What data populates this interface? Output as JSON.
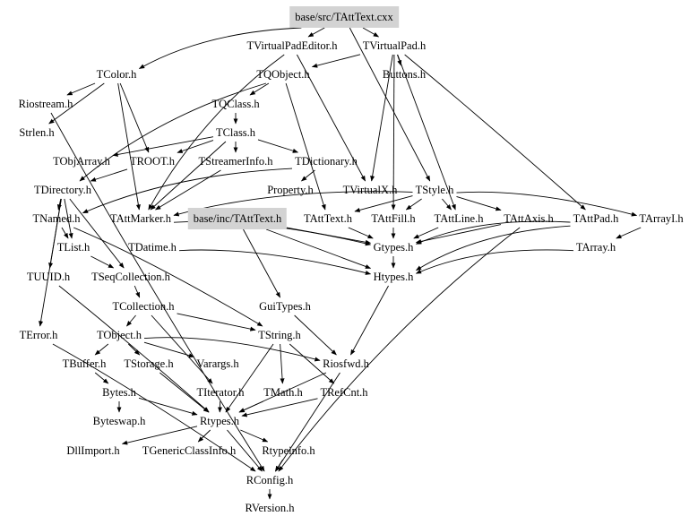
{
  "diagram": {
    "type": "include-dependency-graph",
    "root": "base/src/TAttText.cxx",
    "highlight_fill": "#d3d3d3",
    "nodes": [
      {
        "id": "src",
        "label": "base/src/TAttText.cxx",
        "root": true
      },
      {
        "id": "vpe",
        "label": "TVirtualPadEditor.h"
      },
      {
        "id": "vpad",
        "label": "TVirtualPad.h"
      },
      {
        "id": "tcolor",
        "label": "TColor.h"
      },
      {
        "id": "tqobject",
        "label": "TQObject.h"
      },
      {
        "id": "buttons",
        "label": "Buttons.h"
      },
      {
        "id": "riostream",
        "label": "Riostream.h"
      },
      {
        "id": "tqclass",
        "label": "TQClass.h"
      },
      {
        "id": "strlen",
        "label": "Strlen.h"
      },
      {
        "id": "tclass",
        "label": "TClass.h"
      },
      {
        "id": "tobjarray",
        "label": "TObjArray.h"
      },
      {
        "id": "troot",
        "label": "TROOT.h"
      },
      {
        "id": "tstreamerinfo",
        "label": "TStreamerInfo.h"
      },
      {
        "id": "tdictionary",
        "label": "TDictionary.h"
      },
      {
        "id": "tdirectory",
        "label": "TDirectory.h"
      },
      {
        "id": "property",
        "label": "Property.h"
      },
      {
        "id": "tvirtualx",
        "label": "TVirtualX.h"
      },
      {
        "id": "tstyle",
        "label": "TStyle.h"
      },
      {
        "id": "tnamed",
        "label": "TNamed.h"
      },
      {
        "id": "tattmarker",
        "label": "TAttMarker.h"
      },
      {
        "id": "inc",
        "label": "base/inc/TAttText.h",
        "root": true
      },
      {
        "id": "tatttext",
        "label": "TAttText.h"
      },
      {
        "id": "tattfill",
        "label": "TAttFill.h"
      },
      {
        "id": "tattline",
        "label": "TAttLine.h"
      },
      {
        "id": "tattaxis",
        "label": "TAttAxis.h"
      },
      {
        "id": "tattpad",
        "label": "TAttPad.h"
      },
      {
        "id": "tarrayi",
        "label": "TArrayI.h"
      },
      {
        "id": "tlist",
        "label": "TList.h"
      },
      {
        "id": "tdatime",
        "label": "TDatime.h"
      },
      {
        "id": "gtypes",
        "label": "Gtypes.h"
      },
      {
        "id": "tarray",
        "label": "TArray.h"
      },
      {
        "id": "tuuid",
        "label": "TUUID.h"
      },
      {
        "id": "tseqcollection",
        "label": "TSeqCollection.h"
      },
      {
        "id": "htypes",
        "label": "Htypes.h"
      },
      {
        "id": "tcollection",
        "label": "TCollection.h"
      },
      {
        "id": "guitypes",
        "label": "GuiTypes.h"
      },
      {
        "id": "terror",
        "label": "TError.h"
      },
      {
        "id": "tobject",
        "label": "TObject.h"
      },
      {
        "id": "tstring",
        "label": "TString.h"
      },
      {
        "id": "tbuffer",
        "label": "TBuffer.h"
      },
      {
        "id": "tstorage",
        "label": "TStorage.h"
      },
      {
        "id": "varargs",
        "label": "Varargs.h"
      },
      {
        "id": "riosfwd",
        "label": "Riosfwd.h"
      },
      {
        "id": "bytes",
        "label": "Bytes.h"
      },
      {
        "id": "titerator",
        "label": "TIterator.h"
      },
      {
        "id": "tmath",
        "label": "TMath.h"
      },
      {
        "id": "trefcnt",
        "label": "TRefCnt.h"
      },
      {
        "id": "byteswap",
        "label": "Byteswap.h"
      },
      {
        "id": "rtypes",
        "label": "Rtypes.h"
      },
      {
        "id": "dllimport",
        "label": "DllImport.h"
      },
      {
        "id": "tgenericclassinfo",
        "label": "TGenericClassInfo.h"
      },
      {
        "id": "rtypeinfo",
        "label": "Rtypeinfo.h"
      },
      {
        "id": "rconfig",
        "label": "RConfig.h"
      },
      {
        "id": "rversion",
        "label": "RVersion.h"
      }
    ],
    "edges": [
      [
        "src",
        "vpe"
      ],
      [
        "src",
        "vpad"
      ],
      [
        "src",
        "tcolor"
      ],
      [
        "src",
        "tstyle"
      ],
      [
        "vpad",
        "buttons"
      ],
      [
        "vpad",
        "tqobject"
      ],
      [
        "vpad",
        "tvirtualx"
      ],
      [
        "vpad",
        "tattpad"
      ],
      [
        "vpad",
        "tattline"
      ],
      [
        "vpad",
        "tattfill"
      ],
      [
        "vpe",
        "tvirtualx"
      ],
      [
        "vpe",
        "tattmarker"
      ],
      [
        "tcolor",
        "riostream"
      ],
      [
        "tcolor",
        "strlen"
      ],
      [
        "tcolor",
        "troot"
      ],
      [
        "tcolor",
        "tattmarker"
      ],
      [
        "tqobject",
        "tqclass"
      ],
      [
        "tqobject",
        "tdirectory"
      ],
      [
        "tqobject",
        "tatttext"
      ],
      [
        "tqclass",
        "tclass"
      ],
      [
        "tclass",
        "tobjarray"
      ],
      [
        "tclass",
        "troot"
      ],
      [
        "tclass",
        "tstreamerinfo"
      ],
      [
        "tclass",
        "tdictionary"
      ],
      [
        "tclass",
        "tattmarker"
      ],
      [
        "tdictionary",
        "property"
      ],
      [
        "tdictionary",
        "tnamed"
      ],
      [
        "troot",
        "tdirectory"
      ],
      [
        "tstreamerinfo",
        "tattmarker"
      ],
      [
        "tdirectory",
        "tnamed"
      ],
      [
        "tdirectory",
        "tlist"
      ],
      [
        "tdirectory",
        "tuuid"
      ],
      [
        "tdirectory",
        "tseqcollection"
      ],
      [
        "tdirectory",
        "terror"
      ],
      [
        "tnamed",
        "tlist"
      ],
      [
        "tnamed",
        "tstring"
      ],
      [
        "tstyle",
        "tatttext"
      ],
      [
        "tstyle",
        "tattfill"
      ],
      [
        "tstyle",
        "tattline"
      ],
      [
        "tstyle",
        "tattaxis"
      ],
      [
        "tstyle",
        "tarrayi"
      ],
      [
        "tstyle",
        "tattmarker"
      ],
      [
        "tattmarker",
        "gtypes"
      ],
      [
        "inc",
        "gtypes"
      ],
      [
        "inc",
        "htypes"
      ],
      [
        "inc",
        "guitypes"
      ],
      [
        "tatttext",
        "gtypes"
      ],
      [
        "tattfill",
        "gtypes"
      ],
      [
        "tattline",
        "gtypes"
      ],
      [
        "tattaxis",
        "gtypes"
      ],
      [
        "tattpad",
        "gtypes"
      ],
      [
        "tattpad",
        "htypes"
      ],
      [
        "tattaxis",
        "rconfig"
      ],
      [
        "tarrayi",
        "tarray"
      ],
      [
        "tarray",
        "htypes"
      ],
      [
        "gtypes",
        "htypes"
      ],
      [
        "htypes",
        "riosfwd"
      ],
      [
        "tlist",
        "tseqcollection"
      ],
      [
        "tdatime",
        "htypes"
      ],
      [
        "tseqcollection",
        "tcollection"
      ],
      [
        "tcollection",
        "tobject"
      ],
      [
        "tcollection",
        "tstring"
      ],
      [
        "tcollection",
        "titerator"
      ],
      [
        "tuuid",
        "rtypes"
      ],
      [
        "terror",
        "rconfig"
      ],
      [
        "tobject",
        "tbuffer"
      ],
      [
        "tobject",
        "tstorage"
      ],
      [
        "tobject",
        "varargs"
      ],
      [
        "tobject",
        "riosfwd"
      ],
      [
        "tstring",
        "tmath"
      ],
      [
        "tstring",
        "trefcnt"
      ],
      [
        "tstring",
        "rtypes"
      ],
      [
        "guitypes",
        "riosfwd"
      ],
      [
        "tbuffer",
        "bytes"
      ],
      [
        "bytes",
        "byteswap"
      ],
      [
        "bytes",
        "rtypes"
      ],
      [
        "tstorage",
        "rtypes"
      ],
      [
        "titerator",
        "rtypes"
      ],
      [
        "tmath",
        "rtypes"
      ],
      [
        "trefcnt",
        "rtypes"
      ],
      [
        "riosfwd",
        "rtypes"
      ],
      [
        "riosfwd",
        "rconfig"
      ],
      [
        "rtypes",
        "dllimport"
      ],
      [
        "rtypes",
        "tgenericclassinfo"
      ],
      [
        "rtypes",
        "rtypeinfo"
      ],
      [
        "rtypes",
        "rconfig"
      ],
      [
        "rtypeinfo",
        "rconfig"
      ],
      [
        "rconfig",
        "rversion"
      ],
      [
        "riostream",
        "rconfig"
      ]
    ]
  }
}
